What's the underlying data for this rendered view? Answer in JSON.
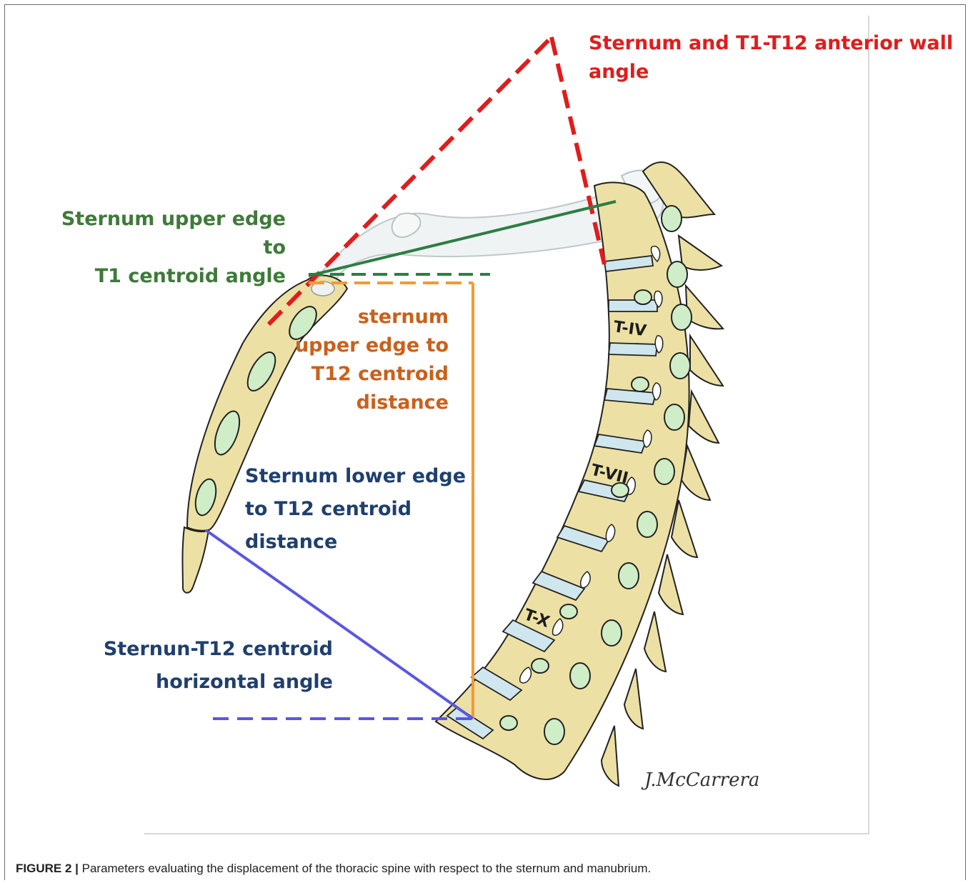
{
  "labels": {
    "anterior_wall_angle": [
      "Sternum and T1-T12 anterior wall",
      "angle"
    ],
    "upper_edge_t1_angle": [
      "Sternum upper edge to",
      "T1 centroid angle"
    ],
    "upper_edge_t12_distance": [
      "sternum",
      "upper edge to",
      "T12 centroid",
      "distance"
    ],
    "lower_edge_t12_distance": [
      "Sternum lower edge",
      "to T12 centroid",
      "distance"
    ],
    "horizontal_angle": [
      "Sternun-T12 centroid",
      "horizontal angle"
    ]
  },
  "vertebra_labels": {
    "t4": "T-IV",
    "t7": "T-VII",
    "t10": "T-X"
  },
  "signature": "J.McCarrera",
  "caption": {
    "prefix": "FIGURE 2 |",
    "text": " Parameters evaluating the displacement of the thoracic spine with respect to the sternum and manubrium."
  },
  "colors": {
    "red": "#e01c1c",
    "green": "#2e7d45",
    "orange": "#f39a34",
    "blue": "#5b57e0",
    "red_text": "#e01c1c",
    "green_text": "#3f7a3a",
    "orange_text": "#c9601c",
    "blue_text": "#1f3f6e",
    "bone": "#ede0a4",
    "bone_outline": "#222222",
    "disc": "#cfe6ee",
    "marrow": "#cfeec8"
  }
}
